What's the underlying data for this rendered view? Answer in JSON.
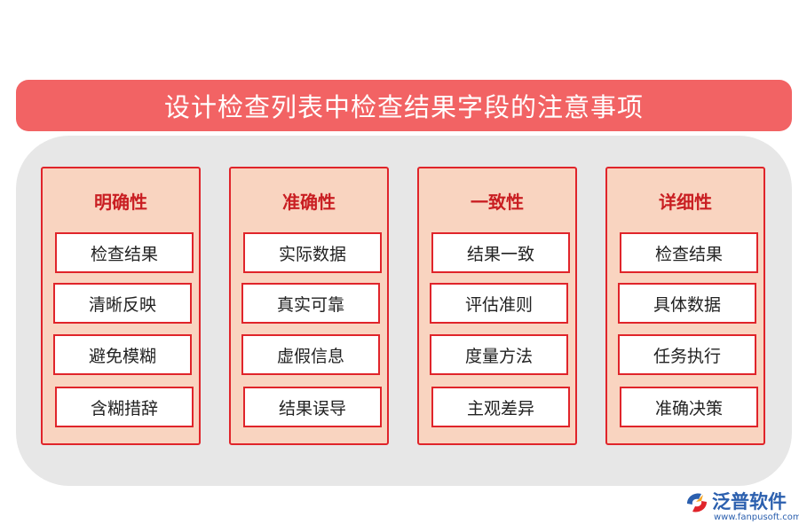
{
  "title": "设计检查列表中检查结果字段的注意事项",
  "columns": [
    {
      "title": "明确性",
      "items": [
        "检查结果",
        "清晰反映",
        "避免模糊",
        "含糊措辞"
      ]
    },
    {
      "title": "准确性",
      "items": [
        "实际数据",
        "真实可靠",
        "虚假信息",
        "结果误导"
      ]
    },
    {
      "title": "一致性",
      "items": [
        "结果一致",
        "评估准则",
        "度量方法",
        "主观差异"
      ]
    },
    {
      "title": "详细性",
      "items": [
        "检查结果",
        "具体数据",
        "任务执行",
        "准确决策"
      ]
    }
  ],
  "logo": {
    "name": "泛普软件",
    "url": "www.fanpusoft.com"
  },
  "colors": {
    "title_bar": "#f26364",
    "card_fill": "#f9d4c0",
    "card_border": "#e0242a",
    "panel": "#e7e7e7",
    "logo": "#2b5fae"
  }
}
